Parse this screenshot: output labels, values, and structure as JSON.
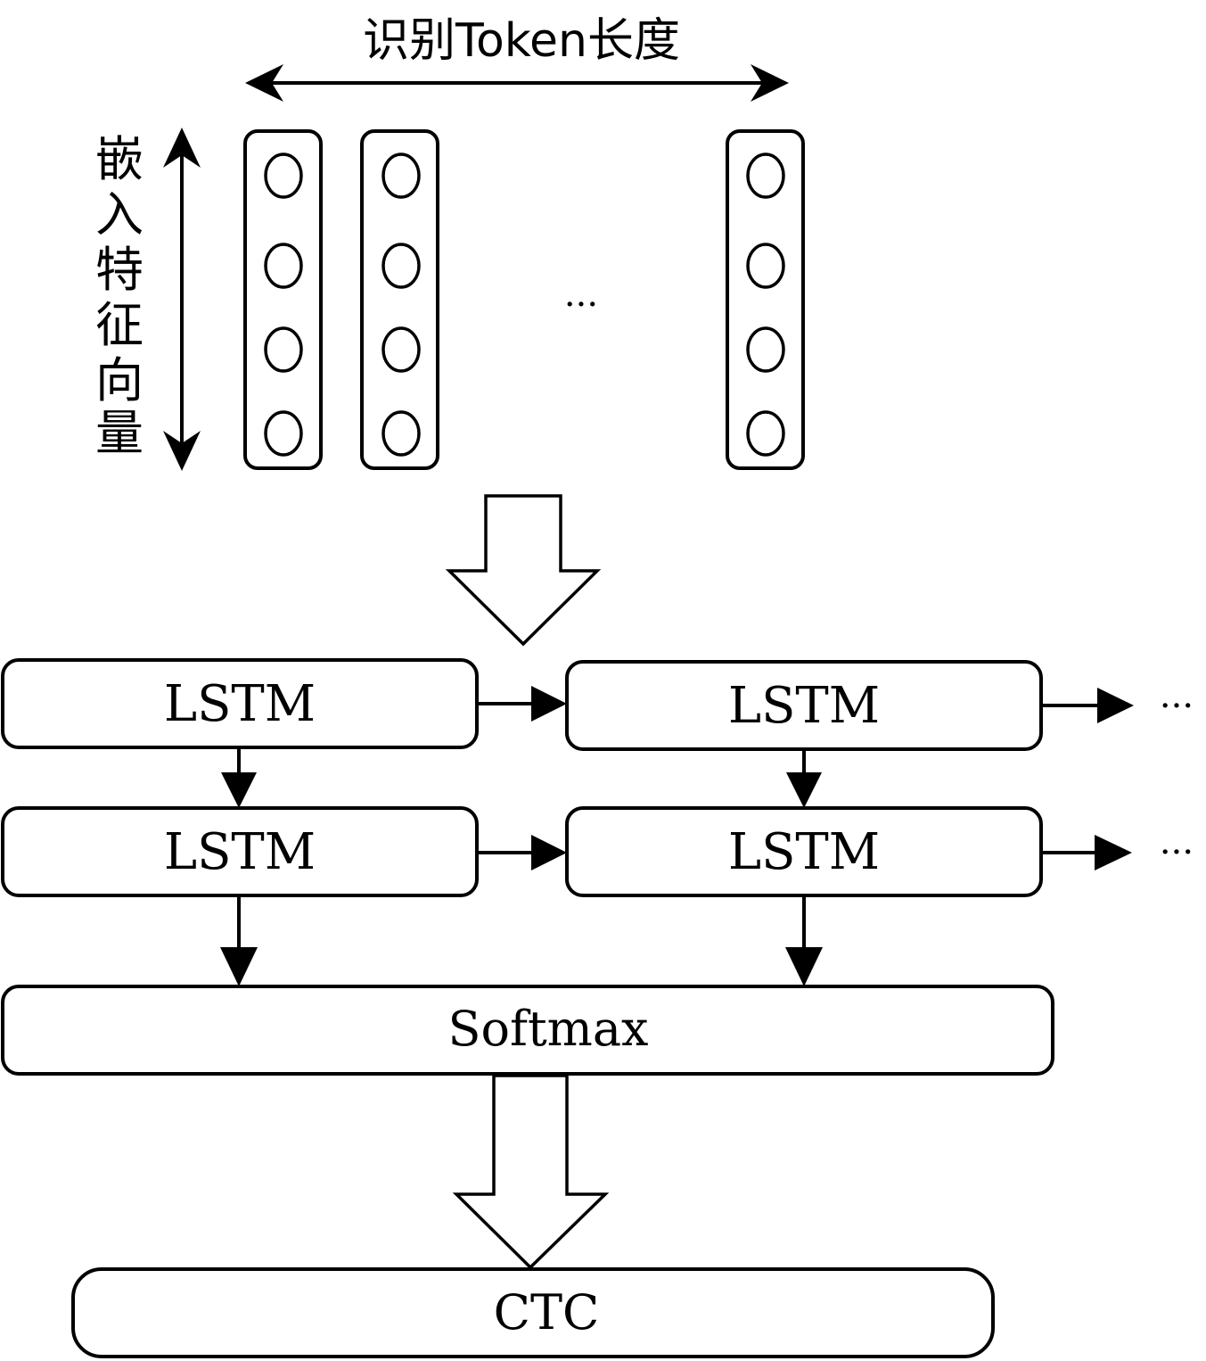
{
  "token_length_label": "识别Token长度",
  "embedding_label": "嵌入特征向量",
  "embedding_chars": [
    "嵌",
    "入",
    "特",
    "征",
    "向",
    "量"
  ],
  "column_ellipsis": "···",
  "lstm_label": "LSTM",
  "row_ellipsis": "···",
  "softmax_label": "Softmax",
  "ctc_label": "CTC"
}
